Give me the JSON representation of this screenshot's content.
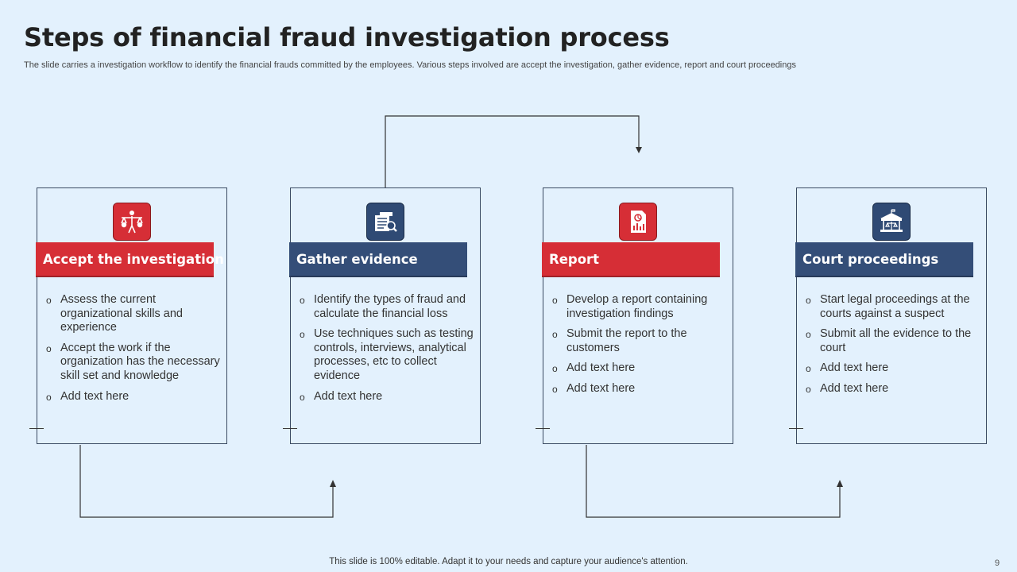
{
  "title": "Steps of financial fraud investigation process",
  "subtitle": "The slide carries a investigation workflow to identify the financial frauds committed by the employees. Various steps involved are accept the investigation, gather evidence, report and court proceedings",
  "steps": [
    {
      "heading": "Accept the investigation",
      "icon": "justice-person-icon",
      "color": "#d62e36",
      "items": [
        "Assess the current organizational skills and experience",
        "Accept the work if the organization has the necessary skill set and knowledge",
        "Add text here"
      ]
    },
    {
      "heading": "Gather evidence",
      "icon": "evidence-search-icon",
      "color": "#344e78",
      "items": [
        "Identify the types of fraud and calculate the financial loss",
        "Use techniques such as testing controls, interviews, analytical processes, etc to collect evidence",
        "Add text here"
      ]
    },
    {
      "heading": "Report",
      "icon": "report-document-icon",
      "color": "#d62e36",
      "items": [
        "Develop a report containing investigation findings",
        "Submit the report to the customers",
        "Add text here",
        "Add text here"
      ]
    },
    {
      "heading": "Court proceedings",
      "icon": "courthouse-icon",
      "color": "#344e78",
      "items": [
        "Start legal proceedings at the courts against a suspect",
        "Submit all the evidence to the court",
        "Add text here",
        "Add text here"
      ]
    }
  ],
  "bullet_glyph": "o",
  "footer": "This slide is 100% editable. Adapt it to your needs and capture your audience's attention.",
  "page_number": "9"
}
